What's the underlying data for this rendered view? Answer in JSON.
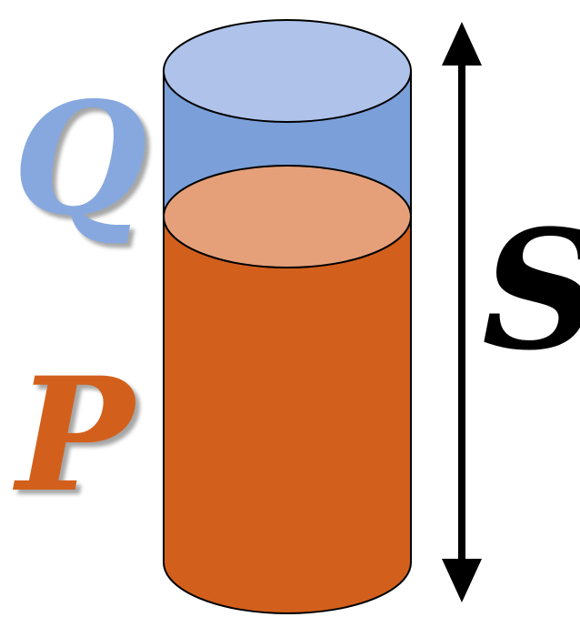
{
  "labels": {
    "top": "Q",
    "bottom": "P",
    "height": "S"
  },
  "colors": {
    "top_section_side": "#7b9fd9",
    "top_section_cap": "#aec2ea",
    "bottom_section_side": "#d2601c",
    "bottom_section_cap": "#e5a07a",
    "label_top": "#86a8df",
    "label_bottom": "#d2601c",
    "arrow": "#000000",
    "outline": "#000000"
  },
  "icons": {
    "double_arrow": "double-headed-vertical-arrow"
  }
}
